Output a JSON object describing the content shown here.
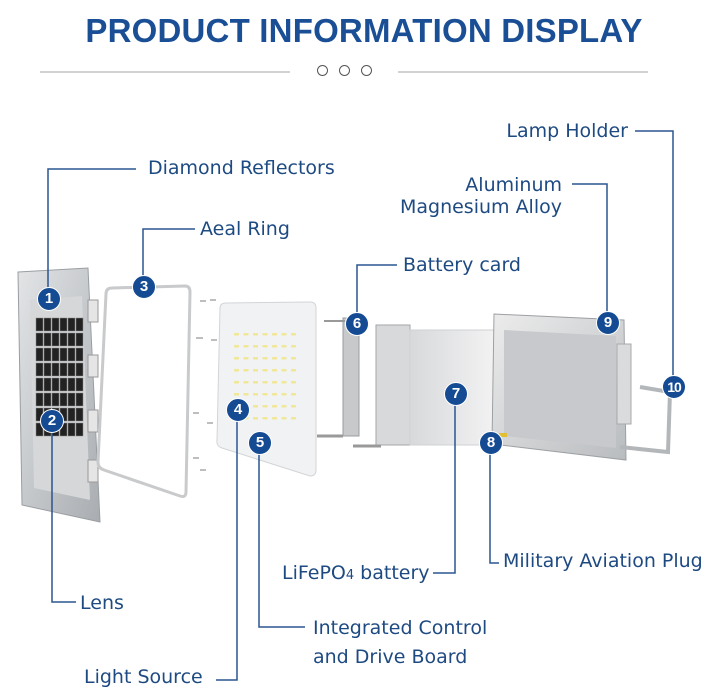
{
  "header": {
    "title": "PRODUCT INFORMATION DISPLAY",
    "divider_icon": "three-circles-icon"
  },
  "components": [
    {
      "number": "1",
      "label": "Diamond Reflectors"
    },
    {
      "number": "2",
      "label": "Lens"
    },
    {
      "number": "3",
      "label": "Aeal Ring"
    },
    {
      "number": "4",
      "label": "Light Source"
    },
    {
      "number": "5",
      "label_line1": "Integrated Control",
      "label_line2": "and Drive Board"
    },
    {
      "number": "6",
      "label": "Battery card"
    },
    {
      "number": "7",
      "label_main": "LiFePO",
      "label_sub": "4",
      "label_rest": " battery"
    },
    {
      "number": "8",
      "label": "Military Aviation Plug"
    },
    {
      "number": "9",
      "label_line1": "Aluminum",
      "label_line2": "Magnesium Alloy"
    },
    {
      "number": "10",
      "label": "Lamp Holder"
    }
  ],
  "colors": {
    "title": "#1a4f96",
    "label": "#1e4a82",
    "badge": "#154b93",
    "leader_line": "#2a5590"
  }
}
